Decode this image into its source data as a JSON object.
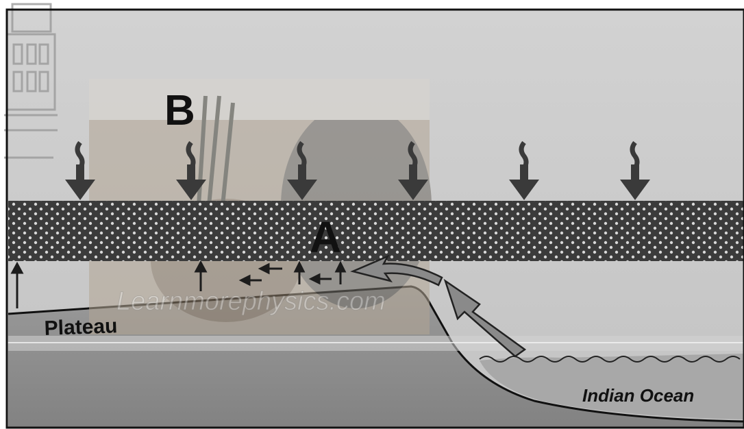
{
  "diagram": {
    "labels": {
      "a": "A",
      "b": "B",
      "plateau": "Plateau",
      "ocean": "Indian Ocean"
    },
    "watermark": "Learnmorephysics.com",
    "colors": {
      "sky": "#c9c9c9",
      "land": "#8f8f8f",
      "ocean": "#a8a8a8",
      "haze_band": "#3b3b3b",
      "arrows": "#3a3a3a",
      "inset": "#b7a999",
      "outline": "#111111"
    },
    "icons": [
      "smoke-icon",
      "down-arrow-icon",
      "up-arrow-icon",
      "left-arrow-icon",
      "curved-arrow-icon",
      "building-logo-icon"
    ]
  }
}
